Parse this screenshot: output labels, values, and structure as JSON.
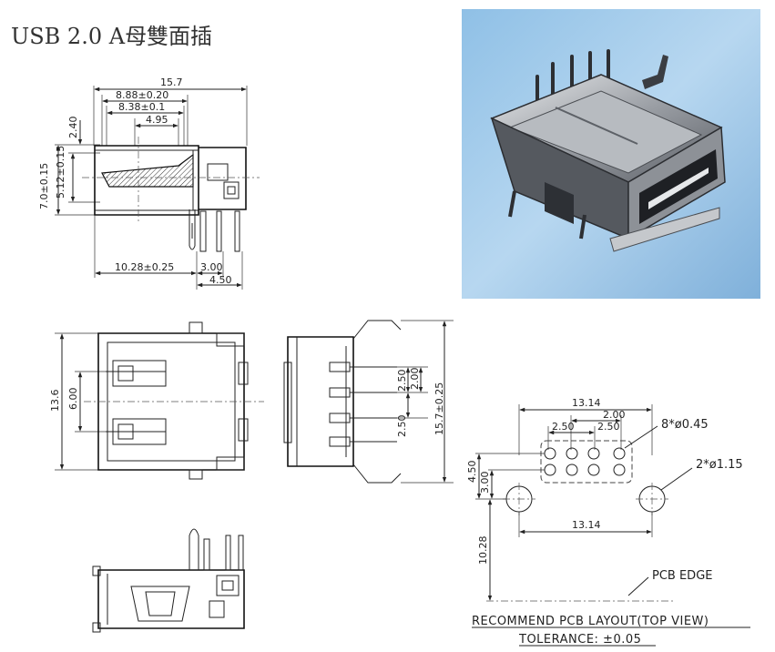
{
  "title": "USB 2.0 A母雙面插",
  "side_view": {
    "w_total": "15.7",
    "w_888": "8.88±0.20",
    "w_838": "8.38±0.1",
    "w_495": "4.95",
    "h_240": "2.40",
    "h_700": "7.0±0.15",
    "h_512": "5.12±0.15",
    "b_1028": "10.28±0.25",
    "b_300": "3.00",
    "b_450": "4.50"
  },
  "front_view": {
    "h_136": "13.6",
    "h_600": "6.00"
  },
  "top_view": {
    "p_250a": "2.50",
    "p_200": "2.00",
    "p_250b": "2.50",
    "h_157": "15.7±0.25"
  },
  "pcb_layout": {
    "w_top": "13.14",
    "p_200": "2.00",
    "p_250a": "2.50",
    "p_250b": "2.50",
    "holes_small": "8*ø0.45",
    "holes_big": "2*ø1.15",
    "v_450": "4.50",
    "v_300": "3.00",
    "w_bottom": "13.14",
    "v_1028": "10.28",
    "edge_label": "PCB EDGE",
    "caption": "RECOMMEND PCB LAYOUT(TOP VIEW)",
    "tolerance": "TOLERANCE: ±0.05"
  },
  "colors": {
    "photo_bg": "#7fb4df",
    "metal_dark": "#3a3d42",
    "metal_light": "#c9ccd0"
  }
}
